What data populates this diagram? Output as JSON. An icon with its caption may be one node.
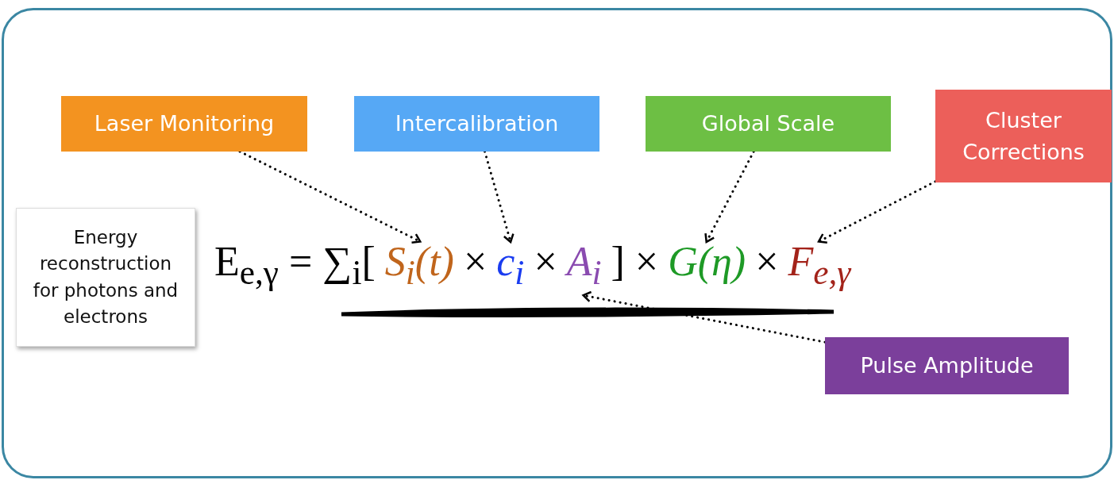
{
  "diagram": {
    "nodes": [
      {
        "text": [
          "Laser Monitoring"
        ]
      },
      {
        "text": [
          "Intercalibration"
        ]
      },
      {
        "text": [
          "Global Scale"
        ]
      },
      {
        "text": [
          "Cluster Corrections"
        ]
      },
      {
        "text": [
          "Energy reconstruction for photons and electrons"
        ]
      },
      {
        "text": [
          "S$_{i}$(t)"
        ]
      },
      {
        "text": [
          "c$_{i}$"
        ]
      },
      {
        "text": [
          "A$_{i}$"
        ]
      },
      {
        "text": [
          "G(η)"
        ]
      },
      {
        "text": [
          "F$_{e,γ}$"
        ]
      },
      {
        "text": [
          "Pulse Amplitude"
        ]
      }
    ],
    "edges": [
      {
        "from": 0,
        "to": 5,
        "arrow": "to",
        "style": "dashed"
      },
      {
        "from": 1,
        "to": 6,
        "arrow": "to",
        "style": "dashed"
      },
      {
        "from": 2,
        "to": 8,
        "arrow": "to",
        "style": "dashed"
      },
      {
        "from": 3,
        "to": 9,
        "arrow": "to",
        "style": "dashed"
      },
      {
        "from": 10,
        "to": 7,
        "arrow": "to",
        "style": "dashed"
      }
    ],
    "labels": [
      "E$_{e,γ}$ = ∑$_{i}$[",
      "×",
      "×",
      "] ×",
      "×"
    ]
  }
}
